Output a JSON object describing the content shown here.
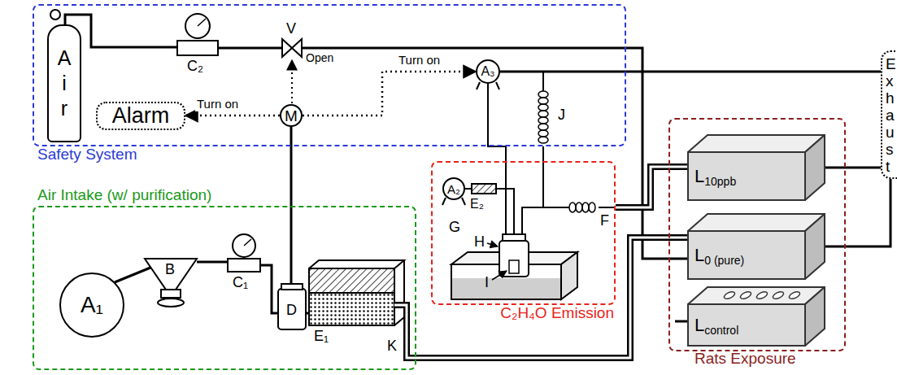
{
  "diagram": {
    "nodes": [
      {
        "text": [
          "Safety System"
        ]
      },
      {
        "text": [
          "A i r"
        ],
        "in": 0
      },
      {
        "text": [
          "Alarm"
        ],
        "in": 0
      },
      {
        "text": [
          "M"
        ],
        "in": 0
      },
      {
        "text": [
          "A₃"
        ],
        "in": 0
      },
      {
        "text": [
          "Air Intake (w/ purification)"
        ]
      },
      {
        "text": [
          "A₁"
        ],
        "in": 5
      },
      {
        "text": [
          "C₂H₄O Emission"
        ]
      },
      {
        "text": [
          "A₂"
        ],
        "in": 7
      },
      {
        "text": [
          "Rats Exposure"
        ]
      },
      {
        "text": [
          "L",
          "10ppb"
        ],
        "in": 9
      },
      {
        "text": [
          "L",
          "0 (pure)"
        ],
        "in": 9
      },
      {
        "text": [
          "L",
          "control"
        ],
        "in": 9
      },
      {
        "text": [
          "E x h a u s t"
        ]
      }
    ],
    "edges": [
      {
        "from": 3,
        "to": 2,
        "arrow": "to",
        "label": "Turn on"
      },
      {
        "from": 3,
        "to": 4,
        "arrow": "to",
        "label": "Turn on"
      },
      {
        "from": 4,
        "to": 13,
        "arrow": "none"
      },
      {
        "from": 10,
        "to": 13,
        "arrow": "none"
      },
      {
        "from": 11,
        "to": 13,
        "arrow": "none"
      }
    ],
    "labels": [
      "V",
      "C₂",
      "Open",
      "J",
      "B",
      "C₁",
      "D",
      "E₁",
      "K",
      "E₂",
      "F",
      "G",
      "H",
      "I"
    ]
  }
}
